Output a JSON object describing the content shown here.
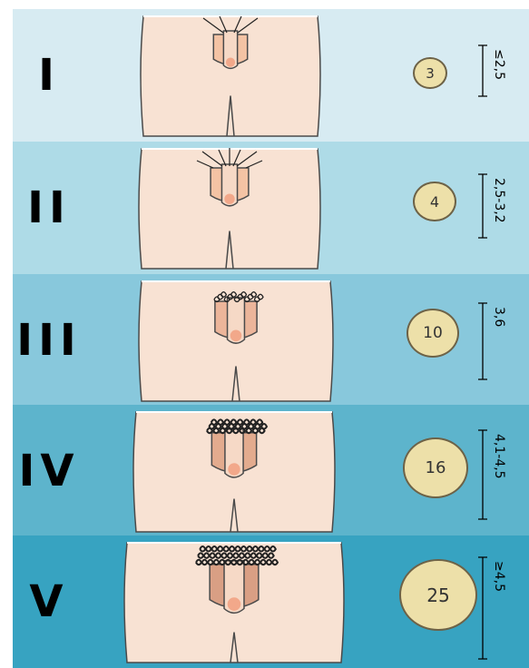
{
  "stages": [
    {
      "numeral": "I",
      "volume": "3",
      "length": "≤2,5",
      "bg": "#d7ebf2",
      "skin": "#f4c3a4",
      "hair": "sparse"
    },
    {
      "numeral": "II",
      "volume": "4",
      "length": "2,5-3,2",
      "bg": "#aedbe7",
      "skin": "#f4c3a4",
      "hair": "light"
    },
    {
      "numeral": "III",
      "volume": "10",
      "length": "3,6",
      "bg": "#88c8dc",
      "skin": "#ecb59a",
      "hair": "medium"
    },
    {
      "numeral": "IV",
      "volume": "16",
      "length": "4,1-4,5",
      "bg": "#5db4cc",
      "skin": "#e3ab8e",
      "hair": "dense"
    },
    {
      "numeral": "V",
      "volume": "25",
      "length": "≥4,5",
      "bg": "#37a3c1",
      "skin": "#d99f84",
      "hair": "full"
    }
  ],
  "colors": {
    "panel_skin": "#f8e2d3",
    "outline": "#4a4a4a",
    "bead": "#ede0a9"
  }
}
